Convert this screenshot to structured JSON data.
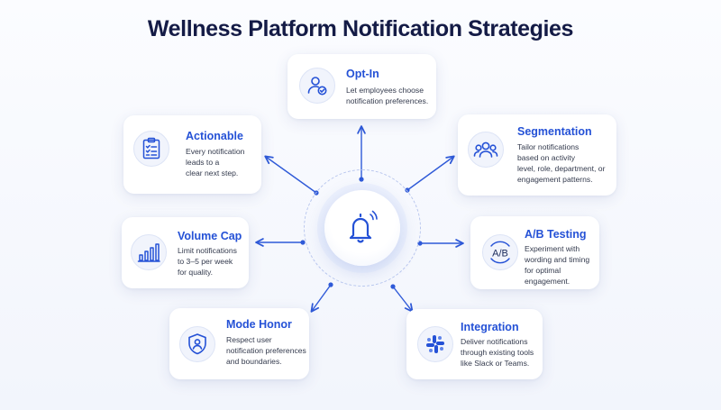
{
  "title": "Wellness Platform Notification Strategies",
  "colors": {
    "accent": "#2451d6",
    "title": "#141b46",
    "connector": "#2f5ad8"
  },
  "hub": {
    "icon": "bell-icon"
  },
  "cards": {
    "optin": {
      "title": "Opt-In",
      "desc": [
        "Let employees choose",
        "notification preferences."
      ],
      "icon": "user-check-icon"
    },
    "segmentation": {
      "title": "Segmentation",
      "desc": [
        "Tailor notifications",
        "based on activity",
        "level, role, department, or",
        "engagement patterns."
      ],
      "icon": "users-group-icon"
    },
    "ab": {
      "title": "A/B Testing",
      "desc": [
        "Experiment with",
        "wording and timing",
        "for optimal",
        "engagement."
      ],
      "icon": "ab-test-icon",
      "icon_text": "A/B"
    },
    "integration": {
      "title": "Integration",
      "desc": [
        "Deliver notifications",
        "through existing tools",
        "like Slack or Teams."
      ],
      "icon": "slack-icon"
    },
    "mode": {
      "title": "Mode Honor",
      "desc": [
        "Respect user",
        "notification preferences",
        "and boundaries."
      ],
      "icon": "shield-user-icon"
    },
    "volume": {
      "title": "Volume Cap",
      "desc": [
        "Limit notifications",
        "to 3–5 per week",
        "for quality."
      ],
      "icon": "bar-chart-icon"
    },
    "actionable": {
      "title": "Actionable",
      "desc": [
        "Every notification",
        "leads to a",
        "clear next step."
      ],
      "icon": "clipboard-check-icon"
    }
  }
}
